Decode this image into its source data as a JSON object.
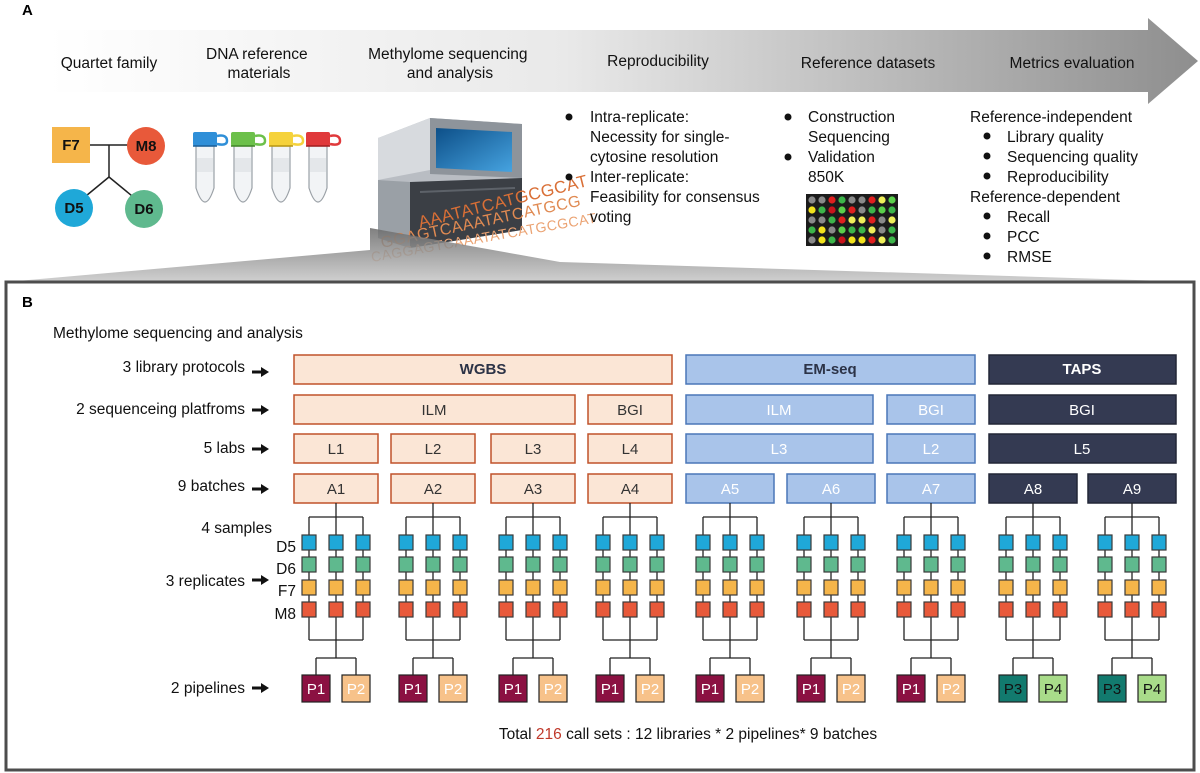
{
  "panel_a": {
    "letter": "A",
    "steps": [
      {
        "lines": [
          "Quartet family"
        ]
      },
      {
        "lines": [
          "DNA reference",
          "materials"
        ]
      },
      {
        "lines": [
          "Methylome sequencing",
          "and analysis"
        ]
      },
      {
        "lines": [
          "Reproducibility"
        ]
      },
      {
        "lines": [
          "Reference datasets"
        ]
      },
      {
        "lines": [
          "Metrics evaluation"
        ]
      }
    ],
    "family": {
      "father": "F7",
      "mother": "M8",
      "twin1": "D5",
      "twin2": "D6"
    },
    "dna_text": [
      "AAATATCATGCGCAT",
      "GGAGTCAAATATCATGCG",
      "CAGGAGTCAAATATCATGCGCAT"
    ],
    "reproducibility": {
      "items": [
        {
          "lines": [
            "Intra-replicate:",
            "Necessity for single-",
            "cytosine resolution"
          ]
        },
        {
          "lines": [
            "Inter-replicate:",
            "Feasibility for consensus",
            "voting"
          ]
        }
      ]
    },
    "reference_datasets": {
      "items": [
        {
          "lines": [
            "Construction",
            "Sequencing"
          ]
        },
        {
          "lines": [
            "Validation",
            "850K"
          ]
        }
      ]
    },
    "metrics": {
      "groups": [
        {
          "title": "Reference-independent",
          "items": [
            "Library quality",
            "Sequencing quality",
            "Reproducibility"
          ]
        },
        {
          "title": "Reference-dependent",
          "items": [
            "Recall",
            "PCC",
            "RMSE"
          ]
        }
      ]
    }
  },
  "panel_b": {
    "letter": "B",
    "title": "Methylome sequencing and analysis",
    "row_labels": {
      "protocols": "3 library protocols",
      "platforms": "2 sequenceing platfroms",
      "labs": "5 labs",
      "batches": "9 batches",
      "samples": "4 samples",
      "replicates": "3 replicates",
      "pipelines": "2 pipelines"
    },
    "sample_names": [
      "D5",
      "D6",
      "F7",
      "M8"
    ],
    "protocols": [
      "WGBS",
      "EM-seq",
      "TAPS"
    ],
    "platforms": [
      "ILM",
      "BGI",
      "ILM",
      "BGI",
      "BGI"
    ],
    "labs": [
      "L1",
      "L2",
      "L3",
      "L4",
      "L3",
      "L2",
      "L5"
    ],
    "batches": [
      "A1",
      "A2",
      "A3",
      "A4",
      "A5",
      "A6",
      "A7",
      "A8",
      "A9"
    ],
    "pipelines": [
      [
        "P1",
        "P2"
      ],
      [
        "P1",
        "P2"
      ],
      [
        "P1",
        "P2"
      ],
      [
        "P1",
        "P2"
      ],
      [
        "P1",
        "P2"
      ],
      [
        "P1",
        "P2"
      ],
      [
        "P1",
        "P2"
      ],
      [
        "P3",
        "P4"
      ],
      [
        "P3",
        "P4"
      ]
    ],
    "footer": {
      "prefix": "Total ",
      "number": "216",
      "suffix": " call sets : 12 libraries * 2 pipelines* 9 batches"
    }
  },
  "colors": {
    "wgbs_fill": "#fbe6d6",
    "wgbs_stroke": "#c0522a",
    "emseq_fill": "#a9c4ea",
    "emseq_stroke": "#4a77b8",
    "taps_fill": "#343a52",
    "taps_text": "#ffffff",
    "sample_d5": "#1fa8d8",
    "sample_d6": "#5fb98e",
    "sample_f7": "#f5b54a",
    "sample_m8": "#e8593a",
    "p1": "#8b1142",
    "p2": "#f7c28a",
    "p3": "#127a6e",
    "p4": "#a9dc8a",
    "highlight_number": "#c0392b",
    "tube_caps": [
      "#2f8fd8",
      "#6cc04a",
      "#f5d23c",
      "#e0393b"
    ]
  }
}
